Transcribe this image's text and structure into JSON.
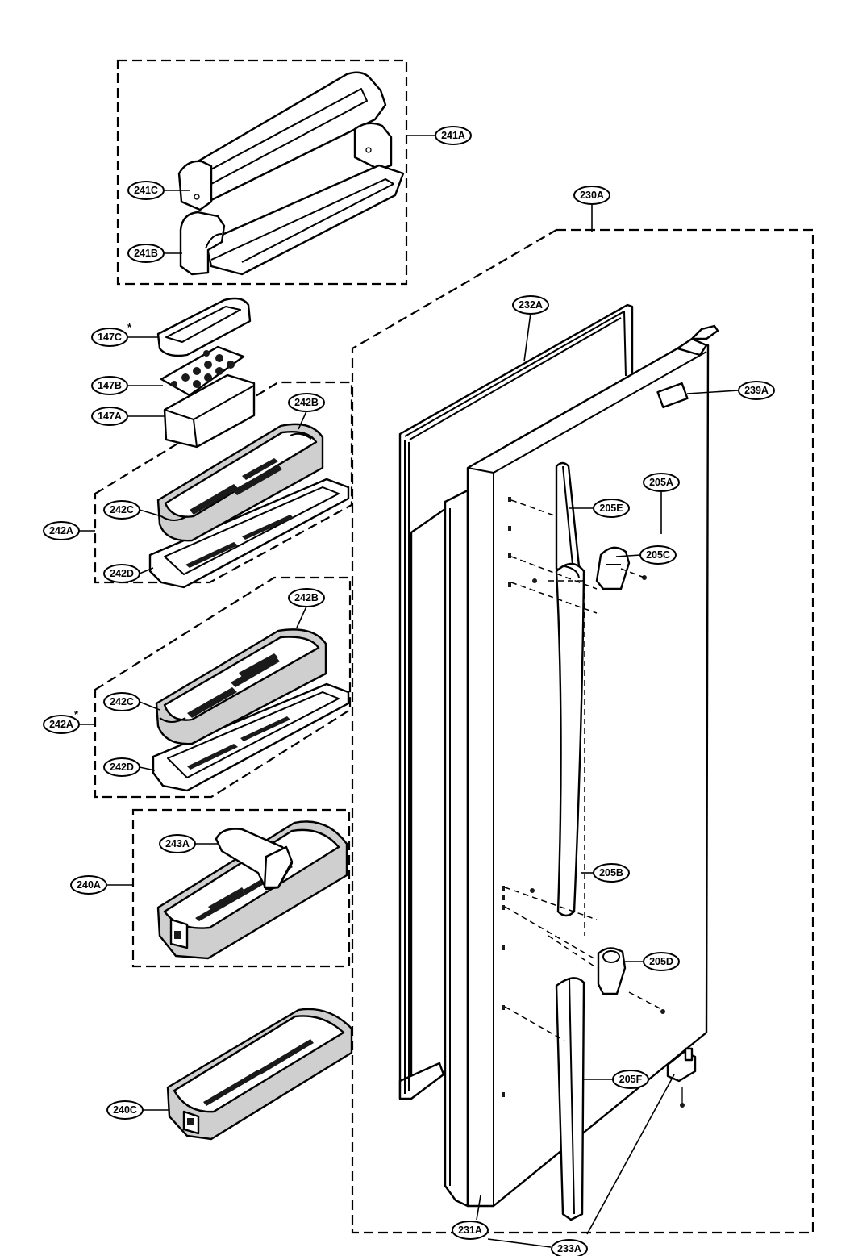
{
  "labels": {
    "l241A": "241A",
    "l241C": "241C",
    "l241B": "241B",
    "l230A": "230A",
    "l232A": "232A",
    "l239A": "239A",
    "l147C": "147C",
    "l147B": "147B",
    "l147A": "147A",
    "l242B_1": "242B",
    "l242C_1": "242C",
    "l242A_1": "242A",
    "l242D_1": "242D",
    "l205A": "205A",
    "l205E": "205E",
    "l205C": "205C",
    "l242B_2": "242B",
    "l242C_2": "242C",
    "l242A_2": "242A",
    "l242D_2": "242D",
    "l243A": "243A",
    "l240A": "240A",
    "l205B": "205B",
    "l205D": "205D",
    "l240C": "240C",
    "l205F": "205F",
    "l231A": "231A",
    "l233A": "233A"
  },
  "marks": {
    "asterisk": "*"
  }
}
